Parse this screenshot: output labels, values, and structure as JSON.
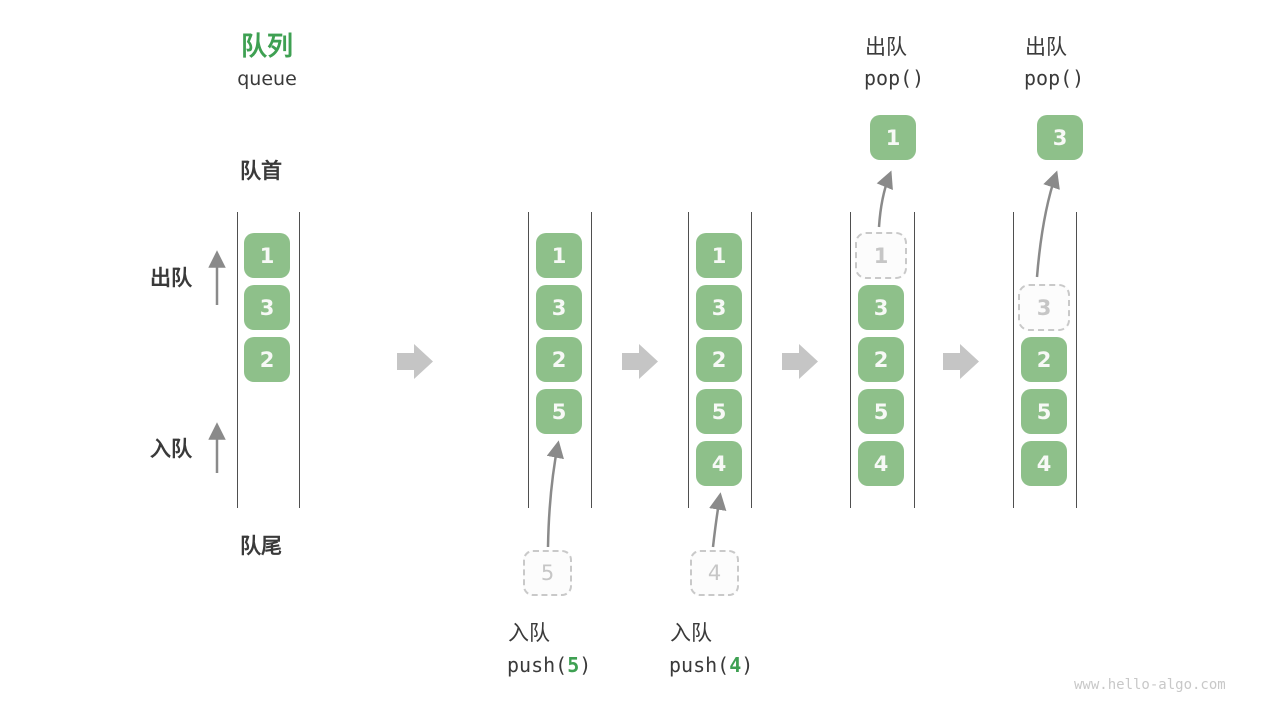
{
  "title": {
    "zh": "队列",
    "en": "queue"
  },
  "side_labels": {
    "front": "队首",
    "rear": "队尾",
    "dequeue": "出队",
    "enqueue": "入队"
  },
  "colors": {
    "item_green": "#8ec08a",
    "accent_green": "#3ea052",
    "text_dark": "#3a3a3a",
    "block_arrow_gray": "#c5c5c5",
    "thin_arrow_gray": "#8a8a8a",
    "ghost_gray": "#c6c6c6"
  },
  "states": [
    {
      "items": [
        "1",
        "3",
        "2"
      ]
    },
    {
      "items": [
        "1",
        "3",
        "2",
        "5"
      ],
      "incoming": "5",
      "op": {
        "zh": "入队",
        "code_pre": "push(",
        "arg": "5",
        "code_post": ")"
      }
    },
    {
      "items": [
        "1",
        "3",
        "2",
        "5",
        "4"
      ],
      "incoming": "4",
      "op": {
        "zh": "入队",
        "code_pre": "push(",
        "arg": "4",
        "code_post": ")"
      }
    },
    {
      "items": [
        "3",
        "2",
        "5",
        "4"
      ],
      "ghost": "1",
      "popped": "1",
      "op": {
        "zh": "出队",
        "code": "pop()"
      }
    },
    {
      "items": [
        "2",
        "5",
        "4"
      ],
      "ghost": "3",
      "popped": "3",
      "op": {
        "zh": "出队",
        "code": "pop()"
      }
    }
  ],
  "watermark": "www.hello-algo.com"
}
